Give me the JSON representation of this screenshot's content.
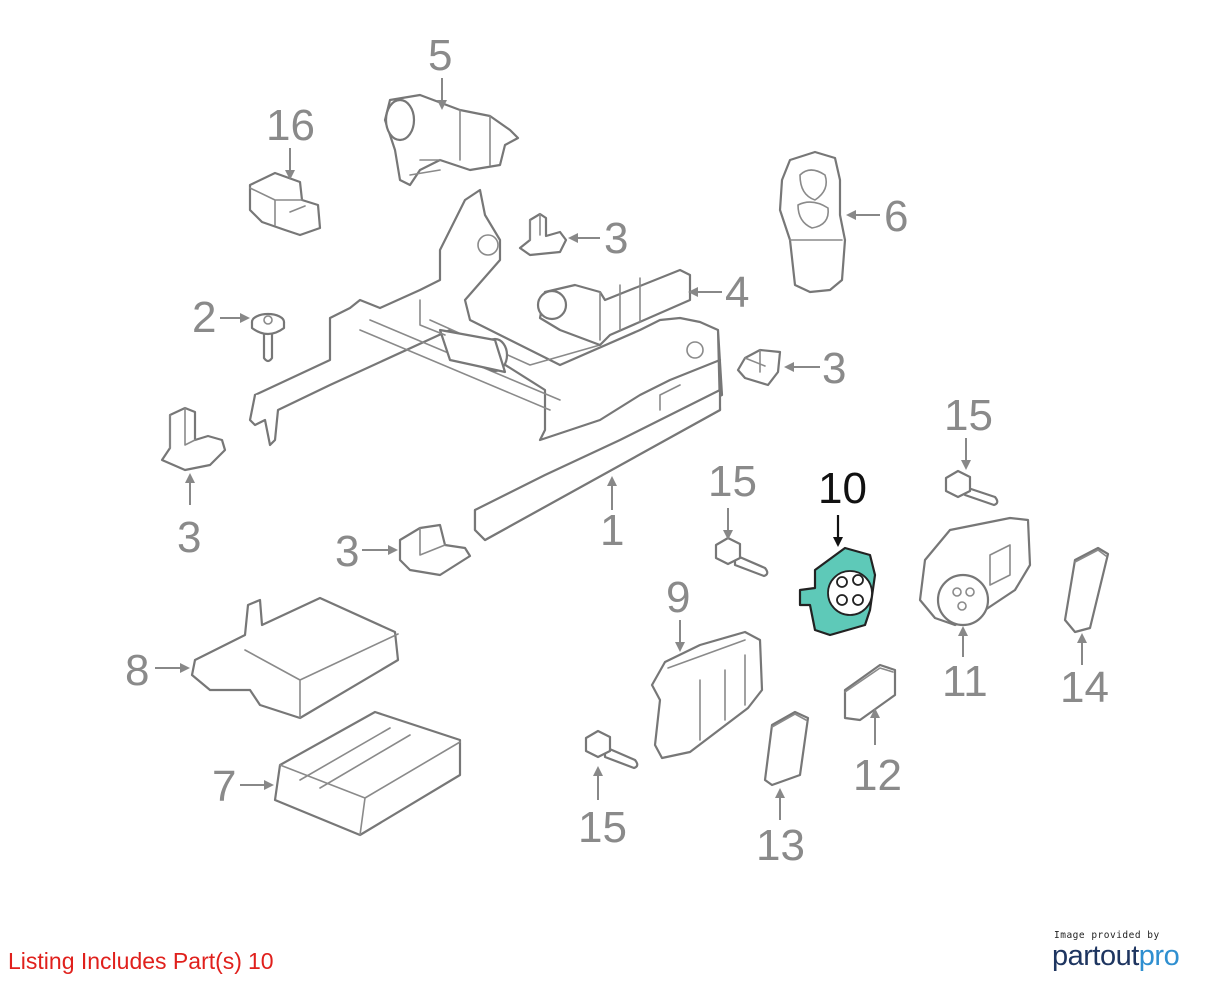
{
  "diagram": {
    "callouts": {
      "c1": "1",
      "c2": "2",
      "c3a": "3",
      "c3b": "3",
      "c3c": "3",
      "c3d": "3",
      "c4": "4",
      "c5": "5",
      "c6": "6",
      "c7": "7",
      "c8": "8",
      "c9": "9",
      "c10": "10",
      "c11": "11",
      "c12": "12",
      "c13": "13",
      "c14": "14",
      "c15a": "15",
      "c15b": "15",
      "c15c": "15",
      "c16": "16"
    },
    "highlighted_part": "10",
    "highlight_color": "#5ec9b8",
    "line_color": "#777777"
  },
  "footer": {
    "listing_label": "Listing Includes Part(s)",
    "listing_parts": "10",
    "listing_color": "#e0201c"
  },
  "brand": {
    "caption": "Image provided by",
    "name_part1": "partout",
    "name_part2": "pro",
    "color_primary": "#1e3560",
    "color_accent": "#2f8fd0"
  }
}
